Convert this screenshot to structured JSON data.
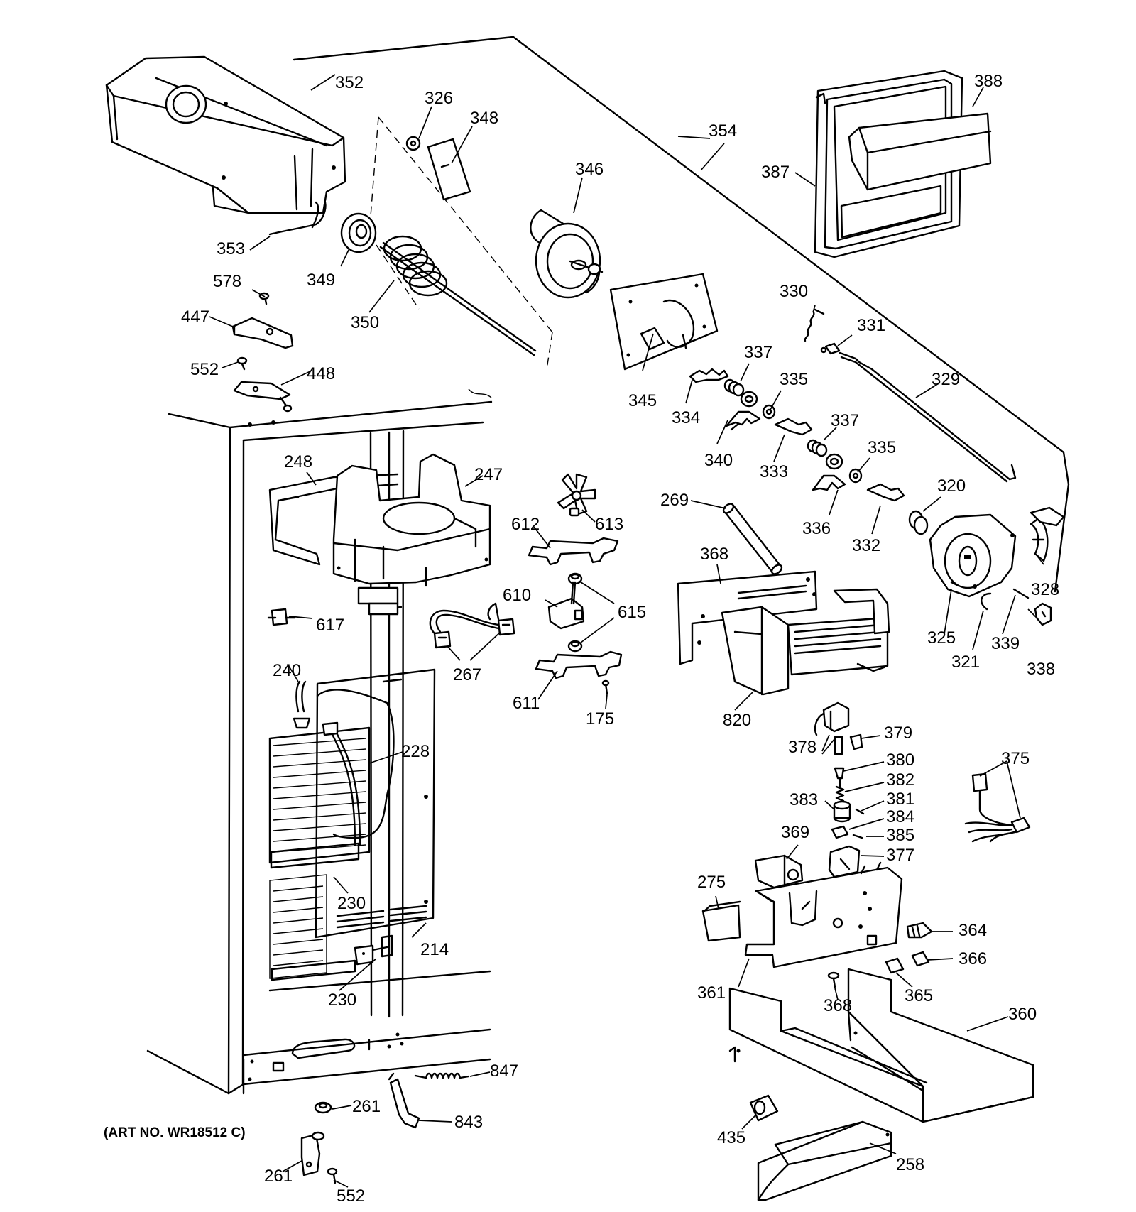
{
  "art_number": "(ART NO. WR18512 C)",
  "labels": {
    "p352": "352",
    "p326": "326",
    "p348": "348",
    "p346": "346",
    "p354": "354",
    "p388": "388",
    "p387": "387",
    "p353": "353",
    "p349": "349",
    "p578": "578",
    "p447": "447",
    "p350": "350",
    "p552a": "552",
    "p448": "448",
    "p330": "330",
    "p331": "331",
    "p337a": "337",
    "p345": "345",
    "p334": "334",
    "p335a": "335",
    "p329": "329",
    "p340": "340",
    "p333": "333",
    "p337b": "337",
    "p335b": "335",
    "p248": "248",
    "p247": "247",
    "p269": "269",
    "p613": "613",
    "p612": "612",
    "p320": "320",
    "p336": "336",
    "p332": "332",
    "p368a": "368",
    "p328": "328",
    "p610": "610",
    "p615": "615",
    "p617": "617",
    "p325": "325",
    "p339": "339",
    "p321": "321",
    "p338": "338",
    "p267": "267",
    "p240": "240",
    "p611": "611",
    "p175": "175",
    "p820": "820",
    "p379": "379",
    "p378": "378",
    "p228": "228",
    "p380": "380",
    "p375": "375",
    "p382": "382",
    "p381": "381",
    "p383": "383",
    "p384": "384",
    "p369": "369",
    "p385": "385",
    "p377": "377",
    "p275": "275",
    "p230a": "230",
    "p364": "364",
    "p214": "214",
    "p366": "366",
    "p361": "361",
    "p365": "365",
    "p368b": "368",
    "p230b": "230",
    "p360": "360",
    "p847": "847",
    "p261a": "261",
    "p843": "843",
    "p435": "435",
    "p258": "258",
    "p261b": "261",
    "p552b": "552"
  }
}
